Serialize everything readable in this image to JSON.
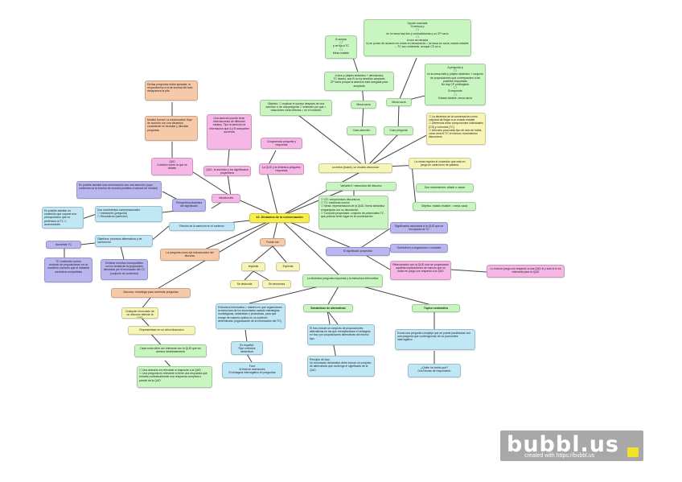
{
  "center": "12. Dinámica de la conversación",
  "nodes": {
    "n_top1": "Opción marcada\nSi enfoca p\n☐\nen la mesa hay dos p contradictorias y un CP vacío\n☐\nsi uno se retracta\nb) se ponen de acuerdo en entrar en desacuerdo = la mesa se vacía, estado estable → TC son coherente, aunque CS se vi",
    "n_top2": "B acepta\n☐\np se fija a TC\n☐\nMesa estable",
    "n_top3": "A pregunta p\n☐\nen la mesa está p (objeto sintáctico + conjunto de proposiciones que corresponden a las posibles respuestas\nNo hay CP privilegiado\n☐\nB responde\n☐\nEstado estable, mesa vacía",
    "n_top4": "A dice p (objeto sintáctico + denotación)\nTC intacto, aun B no ha decidido aceptarlo\nCP varía porque la aserción está anegada para aceptarla",
    "n_mesavacia1": "Mesa vacía",
    "n_mesavacia2": "Mesa vacía",
    "n_casoaser": "Caso aserción",
    "n_casopreg": "Caso pregunta",
    "n_objetivo": "Objetivo: ☐ explicar el suceso después de una aserción o de una pregunta ☐ entender por qué = reacciones crean efectos = en el contexto",
    "n_dinamica": "☐ La dinámica de la conversación como voluntad de llegar a un estado estable\n☐ Diferencia entre componentes individuales (CS) y comunes (TC)\n☐ Artículos para cada tipo de acto de habla, cómo será el TC en futuros movimientos discursivos",
    "n_mesa": "La mesa (board), un modelo discursivo",
    "n_mesareg": "La mesa registra el contenido que está en juego en cada turno de palabra.",
    "n_dosmov": "Dos movimientos: añadir o vaciar",
    "n_objestado": "Objetivo: estado estable = mesa vacía",
    "n_variable": "Variable K: estructura del discurso",
    "n_componentes": "☐ CS: compromisos discursivos\n☐ TC: trasfondo común\n☐ Mesa: representación de la QUD, forma sintáctica emparejada con su denotación\n☐ Conjunto proyectado: conjunto de potenciales TC que podrían tener lugar en la conversación",
    "n_signif": "El significado proyectivo",
    "n_signif1": "Significados asociados a la QUD que se incorporan al TC",
    "n_signif2": "Sobreviven a negaciones o modales",
    "n_signif3": "Relacionados con la QUD solo se proyectarán aquellas implicaciones de marcos que no están en juego con respecto a la QUD",
    "n_signif4": "Lo está en juego con respecto a una QUD si y solo si lo es relevante para la QUD",
    "n_dinpreg": "La dinámica pregunta-respuesta y la estructura informativa",
    "n_estructura": "Estructura informativa = manera en que organizamos la estructura de los enunciados usando estrategias morfológicas, sintácticas o prosódicas, para que encaje de manera óptima en un contexto determinado (organización de la información del TC)",
    "n_espanol": "En español:\nFijal: métodos sintácticos",
    "n_foco": "Foco\nAl final en aserciones\nEl sintagma interrogativo en preguntas",
    "n_semanticas": "Semánticas de alternativas",
    "n_foco2": "El foco induce un conjunto de proposiciones alternativas en las que reemplazamos el sintagma en foco por proposiciones alternativas del mismo tipo.",
    "n_principio": "Principio de foco\nUn enunciado declarativo debe evocar un conjunto de alternativas que contenga el significado de la QUD",
    "n_topico": "Tópico contrastivo",
    "n_topico1": "Evoca una pregunta compleja que se puede parafrasear con una pregunta que contenga más de un pronombre interrogativo",
    "n_topico2": "¿Quién ha traído qué?\nDos formas de responderlo",
    "n_dichas": "Dichas preguntas están apiladas: la respondemos a la de encima del todo desaparece la pila.",
    "n_modelo": "Modelo formal: La conversación fluye de acuerdo con una dinámica consistente en formular y dilucidar preguntas",
    "n_qud": "QUD\nCuestión sobre la que se debate",
    "n_asercion": "Una aserción puede tener informaciones de diferente estatus. Tipo la aserción la información que A y B comparten aumenta",
    "n_qudaser": "QUD, la aserción y los significados proyectivos",
    "n_congruencia": "Congruencia pregunta y respuesta",
    "n_qudrel": "La QUD y la dinámica pregunta-respuesta",
    "n_intro": "Introducción",
    "n_perspectiva": "Perspectiva dinámica del significado",
    "n_posible": "Es posible asimilar una conversación con una aserción (cuyo contenido es la función de mundos posibles a valores de verdad)",
    "n_dosmovconv": "Dos movimientos conversacionales\n☐ Iniciadores (pregunta)\n☐ Resolutivos (aserción)",
    "n_esposible": "Es posible asimilar un contenido que supone una presuposición que no pertenece al TC ☐ acomodación",
    "n_efectos": "Efectos de la aserción en el contexto",
    "n_objetivos": "Objetivos: procesos alternativos y de incremento",
    "n_aumenta": "Aumentar TC",
    "n_tc": "TC: trasfondo común\nconjunto de proposiciones en un momento concreto que el hablante considera compartidas",
    "n_eliminar": "Eliminar mundos incompatibles con la verdad de la proposición denotada por el enunciado del CC (conjunto de contextos)",
    "n_pregunta": "La pregunta como eje estructurador del discurso",
    "n_puedeser": "Puede ser",
    "n_implicita": "Implícita",
    "n_explicita": "Explícita",
    "n_sededucida": "Se deducida",
    "n_secuencia": "Se secuencia",
    "n_discurso": "Discurso: estrategia para contestar preguntas",
    "n_cualquier": "Cualquier enunciado de un discurso atiende la QUD",
    "n_represent": "Representado en un árbol discursivo",
    "n_cadanodo": "Cada nodo debe ser relevante con la QUD que los domina inmediatamente",
    "n_unaaser": "☐ Una aserción es relevante si responde a la QUD\n☐ Una pregunta es relevante si tiene una respuesta que entraña contextualmente una respuesta completa o parcial de la QUD"
  },
  "logo": {
    "main": "bubbl.us",
    "sub": "created with https://bubbl.us"
  },
  "colors": {
    "center": "#f9ee4a",
    "edge": "#444444"
  }
}
